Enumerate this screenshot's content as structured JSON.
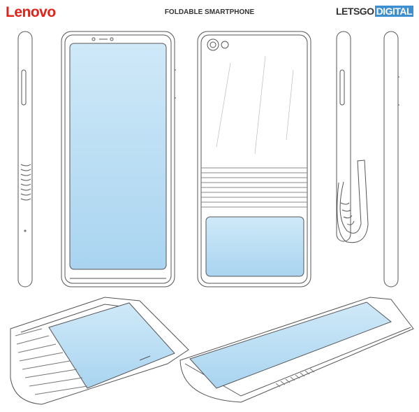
{
  "header": {
    "brand": "Lenovo",
    "title": "FOLDABLE SMARTPHONE",
    "source_logo_part1": "LETSGO",
    "source_logo_part2": "DIGITAL"
  },
  "colors": {
    "brand_red": "#e2231a",
    "screen_blue": "#bfe0f5",
    "line": "#555555",
    "logo_blue": "#3d8fd0"
  }
}
